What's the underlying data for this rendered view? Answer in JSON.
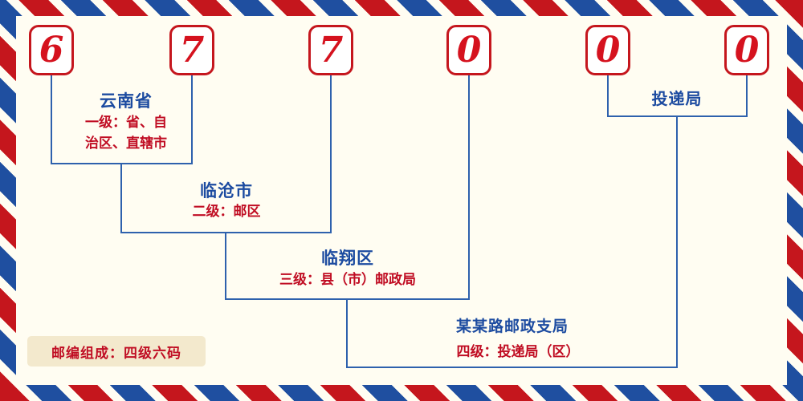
{
  "postal_code": {
    "digits": [
      "6",
      "7",
      "7",
      "0",
      "0",
      "0"
    ]
  },
  "labels": {
    "province": {
      "name": "云南省",
      "desc": "一级：省、自治区、直辖市"
    },
    "city": {
      "name": "临沧市",
      "desc": "二级：邮区"
    },
    "district": {
      "name": "临翔区",
      "desc": "三级：县（市）邮政局"
    },
    "branch": {
      "name": "某某路邮政支局",
      "desc": "四级：投递局（区）"
    },
    "delivery": {
      "name": "投递局"
    }
  },
  "footer": {
    "composition": "邮编组成：四级六码"
  },
  "colors": {
    "stripe_red": "#c5161d",
    "stripe_blue": "#1f4fa0",
    "digit_red": "#d5121e",
    "label_blue": "#1c4ba0",
    "desc_red": "#c00d23",
    "line_blue": "#2e61ad",
    "background": "#fffdf2",
    "badge_background": "#f3e9cd"
  }
}
